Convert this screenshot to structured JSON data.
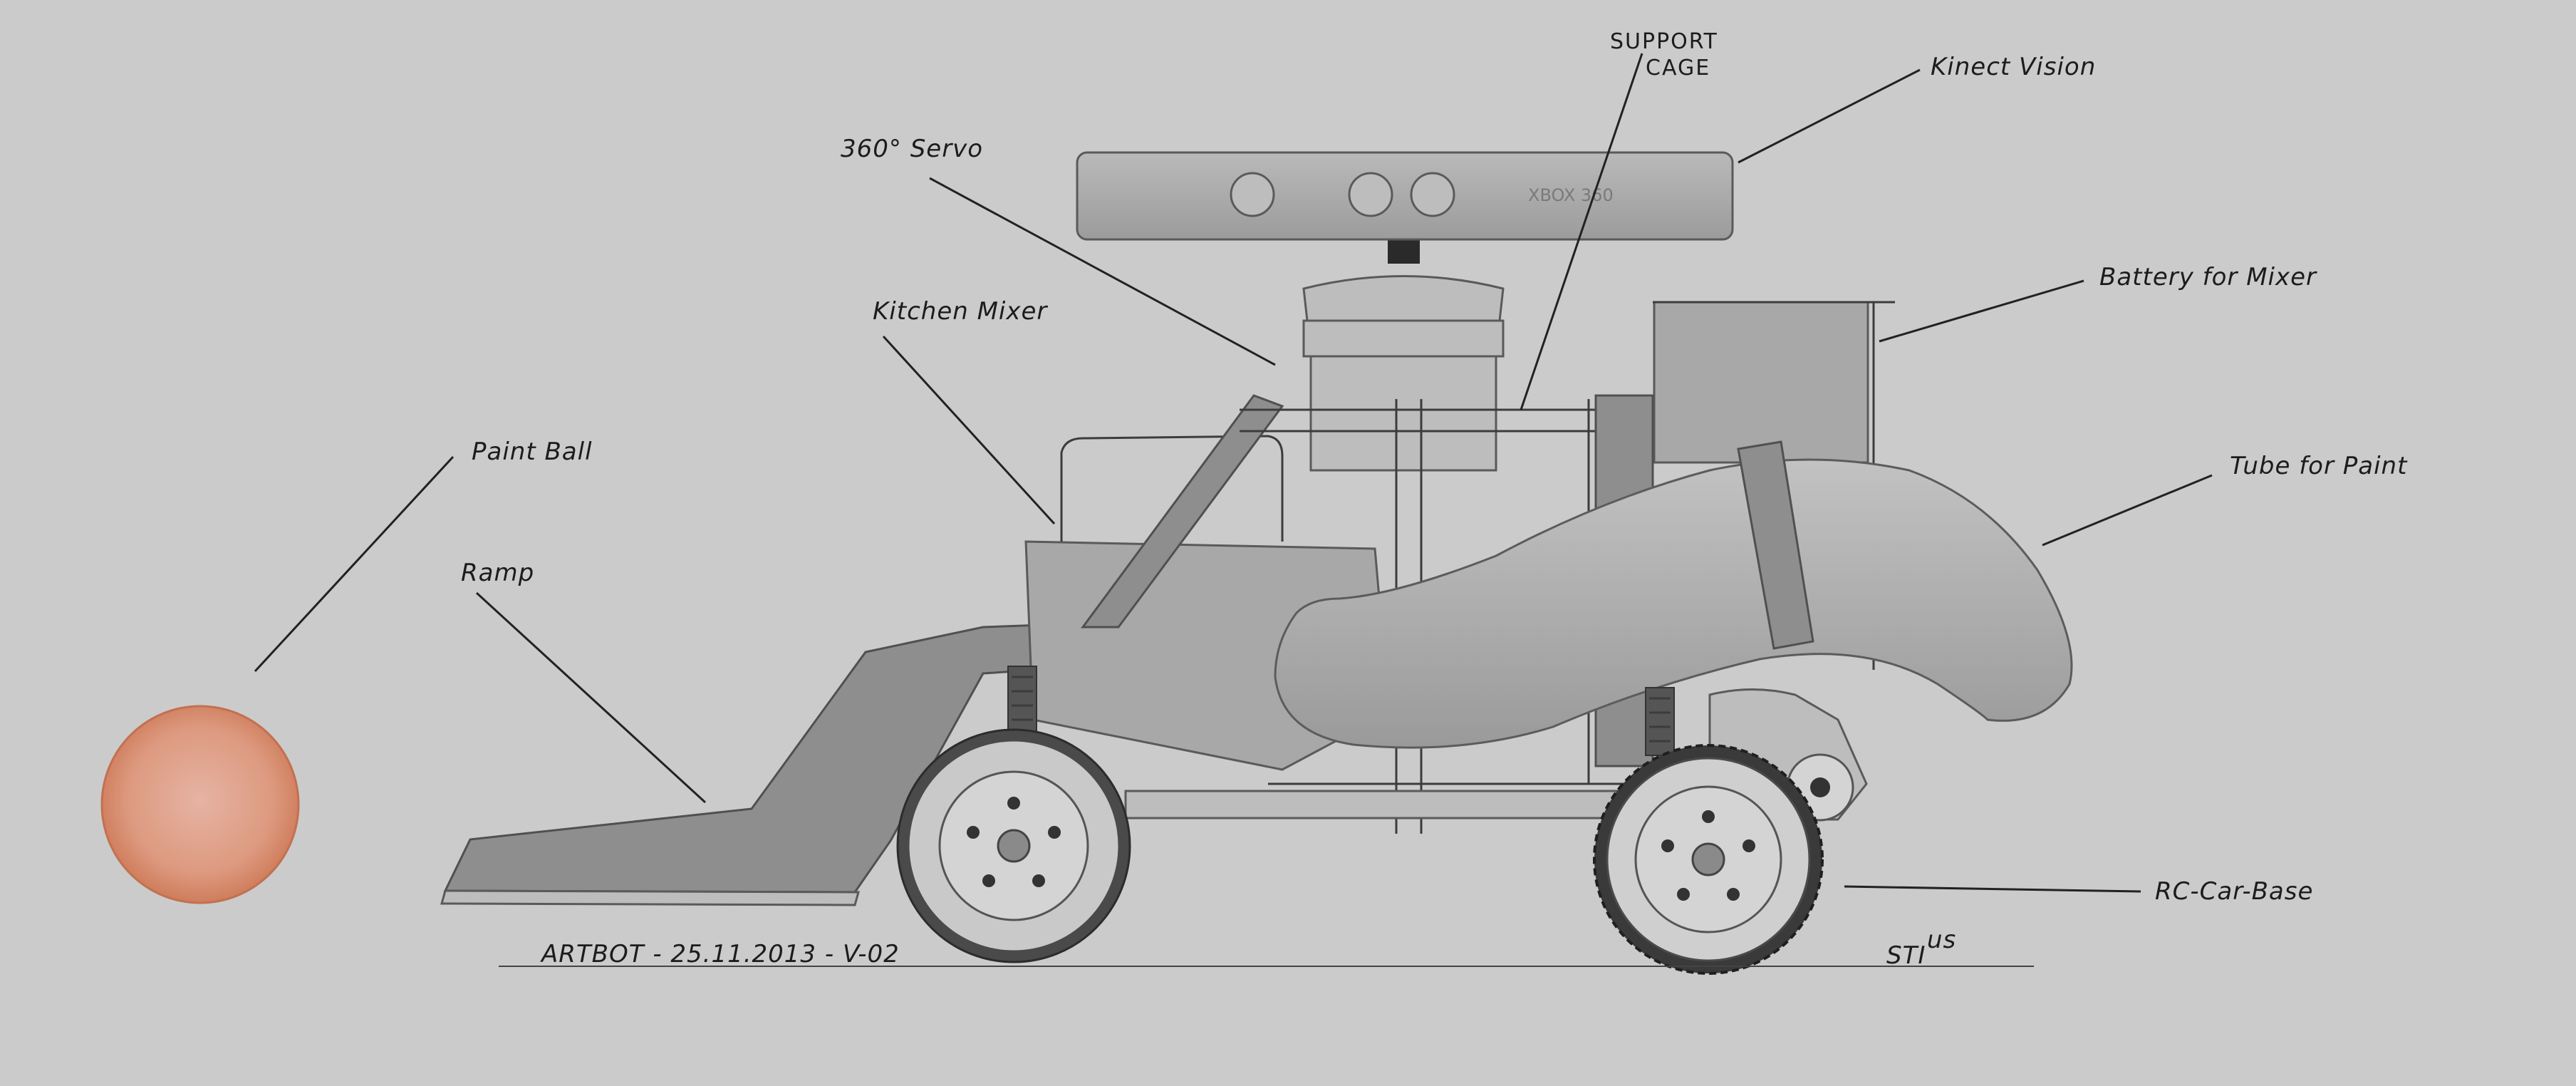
{
  "labels": {
    "kinect_vision": "Kinect Vision",
    "support_cage_line1": "SUPPORT",
    "support_cage_line2": "CAGE",
    "servo_360": "360° Servo",
    "kitchen_mixer": "Kitchen Mixer",
    "battery_for_mixer": "Battery for Mixer",
    "tube_for_paint": "Tube for Paint",
    "paint_ball": "Paint Ball",
    "ramp": "Ramp",
    "rc_car_base": "RC-Car-Base"
  },
  "device": {
    "brand_text": "XBOX 360"
  },
  "footer": {
    "caption": "ARTBOT - 25.11.2013 - V-02",
    "signature": "STI",
    "signature_super": "us"
  },
  "colors": {
    "background": "#cbcbcb",
    "paint_ball": "#d98a6c",
    "paint_ball_highlight": "#e6b3a3",
    "model_gray": "#a8a8a8",
    "ink": "#1c1c1c"
  }
}
